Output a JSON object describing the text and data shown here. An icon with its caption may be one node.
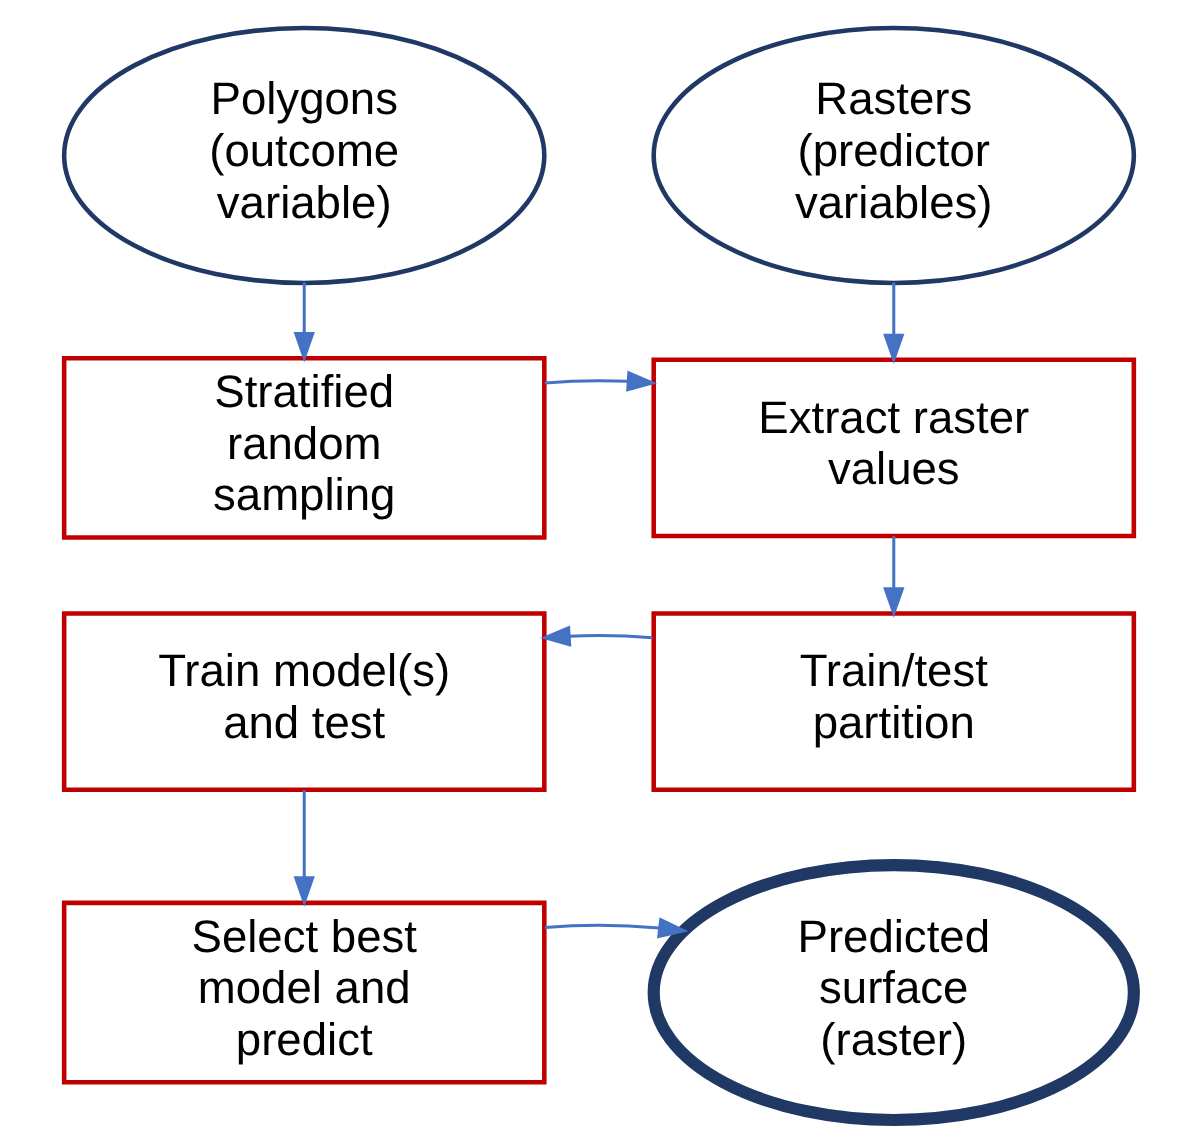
{
  "diagram": {
    "nodes": [
      {
        "text": [
          "Polygons (outcome variable)"
        ]
      },
      {
        "text": [
          "Rasters (predictor variables)"
        ]
      },
      {
        "text": [
          "Stratified random sampling"
        ]
      },
      {
        "text": [
          "Extract raster values"
        ]
      },
      {
        "text": [
          "Train model(s) and test"
        ]
      },
      {
        "text": [
          "Train/test partition"
        ]
      },
      {
        "text": [
          "Select best model and predict"
        ]
      },
      {
        "text": [
          "Predicted surface (raster)"
        ]
      }
    ],
    "edges": [
      {
        "from": 0,
        "to": 2,
        "arrow": "to"
      },
      {
        "from": 1,
        "to": 3,
        "arrow": "to"
      },
      {
        "from": 2,
        "to": 3,
        "arrow": "to"
      },
      {
        "from": 3,
        "to": 5,
        "arrow": "to"
      },
      {
        "from": 5,
        "to": 4,
        "arrow": "to"
      },
      {
        "from": 4,
        "to": 6,
        "arrow": "to"
      },
      {
        "from": 6,
        "to": 7,
        "arrow": "to"
      }
    ]
  }
}
